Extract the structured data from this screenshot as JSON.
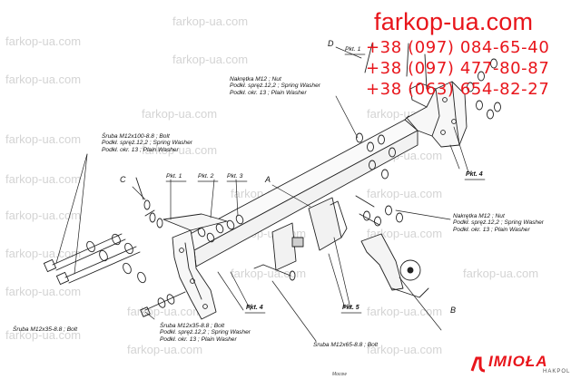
{
  "watermark": "farkop-ua.com",
  "brand": {
    "site": "farkop-ua.com",
    "phones": [
      "+38 (097) 084-65-40",
      "+38 (097) 477-80-87",
      "+38 (063) 654-82-27"
    ]
  },
  "letters": {
    "a": "A",
    "b": "B",
    "c": "C",
    "d": "D"
  },
  "labels": {
    "nut_top": [
      "Nakrętka M12 ; Nut",
      "Podkł. spręż.12,2 ; Spring Washer",
      "Podkł. okr. 13 ; Plain Washer"
    ],
    "nut_right": [
      "Nakrętka  M12 ; Nut",
      "Podkł. spręż.12,2 ; Spring Washer",
      "Podkł. okr. 13 ; Plain Washer"
    ],
    "bolt_100": [
      "Śruba M12x100-8.8 ;  Bolt",
      "Podkł. spręż.12,2 ; Spring Washer",
      "Podkł. okr. 13 ; Plain Washer"
    ],
    "bolt_35_left": [
      "Śruba M12x35-8.8 ;  Bolt"
    ],
    "bolt_35_mid": [
      "Śruba M12x35-8.8 ;  Bolt",
      "Podkł. spręż.12,2 ; Spring Washer",
      "Podkł. okr. 13 ; Plain Washer"
    ],
    "bolt_65": [
      "Śruba M12x65-8.8 ;  Bolt"
    ]
  },
  "pkts": {
    "p1_top": "Pkt. 1",
    "p1": "Pkt. 1",
    "p2": "Pkt. 2",
    "p3": "Pkt. 3",
    "p4_left": "Pkt. 4",
    "p4_right": "Pkt. 4",
    "p5": "Pkt. 5"
  },
  "logo": {
    "name": "IMIOŁA",
    "sub": "HAKPOL"
  },
  "footer": "Mocow"
}
